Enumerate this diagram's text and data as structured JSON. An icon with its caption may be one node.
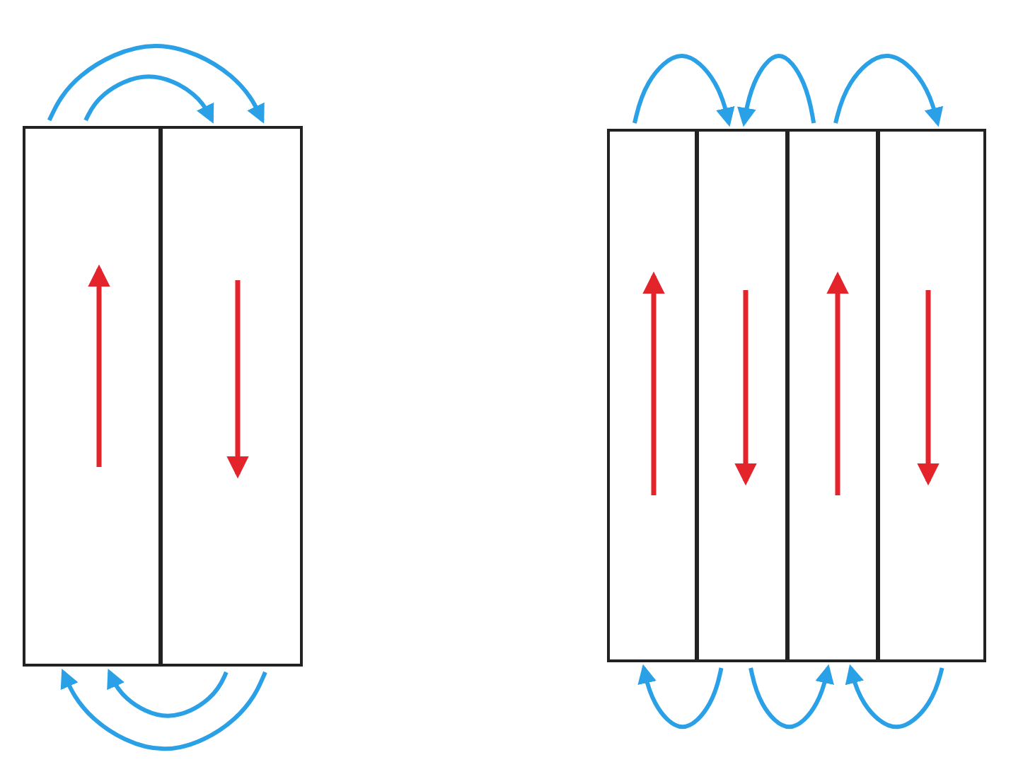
{
  "diagram": {
    "nodes": [
      {
        "text": [],
        "shape": "box"
      },
      {
        "text": [],
        "shape": "box"
      },
      {
        "text": [],
        "shape": "box"
      },
      {
        "text": [],
        "shape": "box"
      },
      {
        "text": [],
        "shape": "box"
      },
      {
        "text": [],
        "shape": "box"
      }
    ],
    "edges": [
      {
        "from": 0,
        "to": 1,
        "arrow": "to"
      },
      {
        "from": 0,
        "to": 1,
        "arrow": "to"
      },
      {
        "from": 1,
        "to": 0,
        "arrow": "to"
      },
      {
        "from": 1,
        "to": 0,
        "arrow": "to"
      },
      {
        "from": 2,
        "to": 3,
        "arrow": "to"
      },
      {
        "from": 4,
        "to": 3,
        "arrow": "to"
      },
      {
        "from": 4,
        "to": 5,
        "arrow": "to"
      },
      {
        "from": 3,
        "to": 2,
        "arrow": "to"
      },
      {
        "from": 3,
        "to": 4,
        "arrow": "to"
      },
      {
        "from": 5,
        "to": 4,
        "arrow": "to"
      }
    ]
  }
}
